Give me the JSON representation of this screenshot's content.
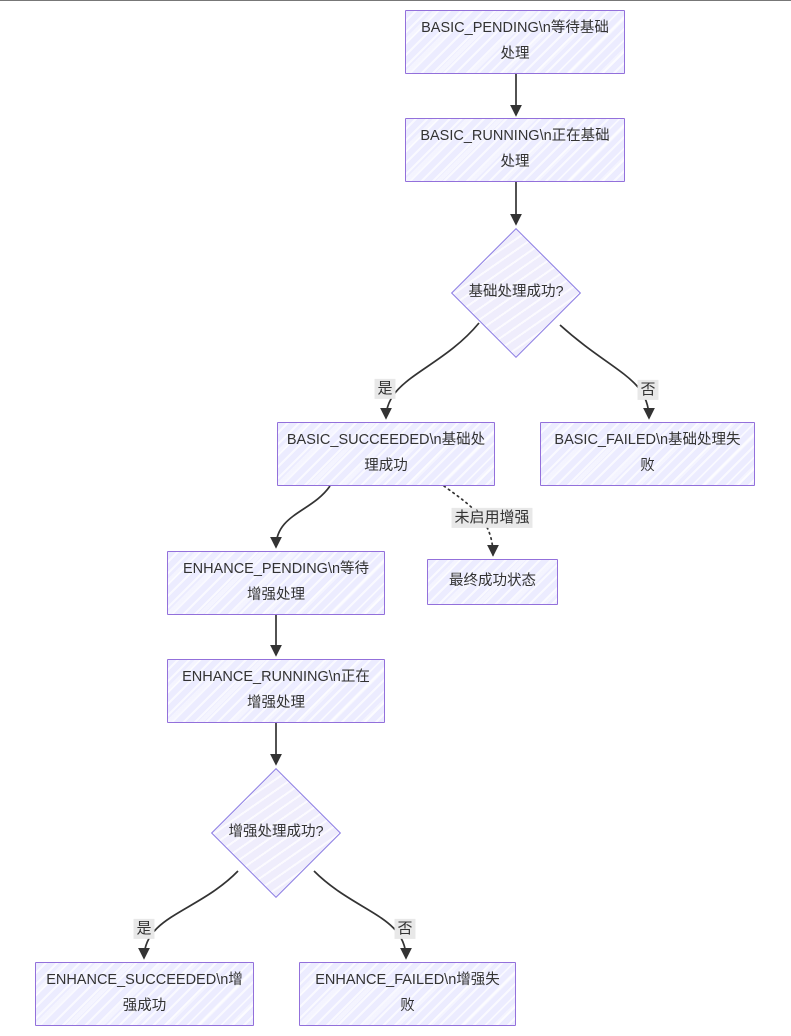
{
  "diagram": {
    "type": "flowchart-top-down",
    "background": "#ffffff",
    "colors": {
      "node_fill": "#ECECFF",
      "node_border": "#9370DB",
      "diamond_border": "#8B7CE4",
      "edge_line": "#333333",
      "node_text": "#333333",
      "edge_label_bg": "#E8E8E8"
    },
    "nodes": [
      {
        "id": "basic-pending",
        "shape": "rect",
        "lines": [
          "BASIC_PENDING\\n等待基础",
          "处理"
        ]
      },
      {
        "id": "basic-running",
        "shape": "rect",
        "lines": [
          "BASIC_RUNNING\\n正在基础",
          "处理"
        ]
      },
      {
        "id": "basic-check",
        "shape": "diamond",
        "lines": [
          "基础处理成功?"
        ]
      },
      {
        "id": "basic-succeeded",
        "shape": "rect",
        "lines": [
          "BASIC_SUCCEEDED\\n基础处",
          "理成功"
        ]
      },
      {
        "id": "basic-failed",
        "shape": "rect",
        "lines": [
          "BASIC_FAILED\\n基础处理失",
          "败"
        ]
      },
      {
        "id": "final-success",
        "shape": "rect",
        "lines": [
          "最终成功状态"
        ]
      },
      {
        "id": "enhance-pending",
        "shape": "rect",
        "lines": [
          "ENHANCE_PENDING\\n等待",
          "增强处理"
        ]
      },
      {
        "id": "enhance-running",
        "shape": "rect",
        "lines": [
          "ENHANCE_RUNNING\\n正在",
          "增强处理"
        ]
      },
      {
        "id": "enhance-check",
        "shape": "diamond",
        "lines": [
          "增强处理成功?"
        ]
      },
      {
        "id": "enhance-succeeded",
        "shape": "rect",
        "lines": [
          "ENHANCE_SUCCEEDED\\n增",
          "强成功"
        ]
      },
      {
        "id": "enhance-failed",
        "shape": "rect",
        "lines": [
          "ENHANCE_FAILED\\n增强失",
          "败"
        ]
      }
    ],
    "edges": [
      {
        "from": "basic-pending",
        "to": "basic-running",
        "style": "solid",
        "label": ""
      },
      {
        "from": "basic-running",
        "to": "basic-check",
        "style": "solid",
        "label": ""
      },
      {
        "from": "basic-check",
        "to": "basic-succeeded",
        "style": "solid",
        "label": "是"
      },
      {
        "from": "basic-check",
        "to": "basic-failed",
        "style": "solid",
        "label": "否"
      },
      {
        "from": "basic-succeeded",
        "to": "enhance-pending",
        "style": "solid",
        "label": ""
      },
      {
        "from": "basic-succeeded",
        "to": "final-success",
        "style": "dotted",
        "label": "未启用增强"
      },
      {
        "from": "enhance-pending",
        "to": "enhance-running",
        "style": "solid",
        "label": ""
      },
      {
        "from": "enhance-running",
        "to": "enhance-check",
        "style": "solid",
        "label": ""
      },
      {
        "from": "enhance-check",
        "to": "enhance-succeeded",
        "style": "solid",
        "label": "是"
      },
      {
        "from": "enhance-check",
        "to": "enhance-failed",
        "style": "solid",
        "label": "否"
      }
    ]
  }
}
